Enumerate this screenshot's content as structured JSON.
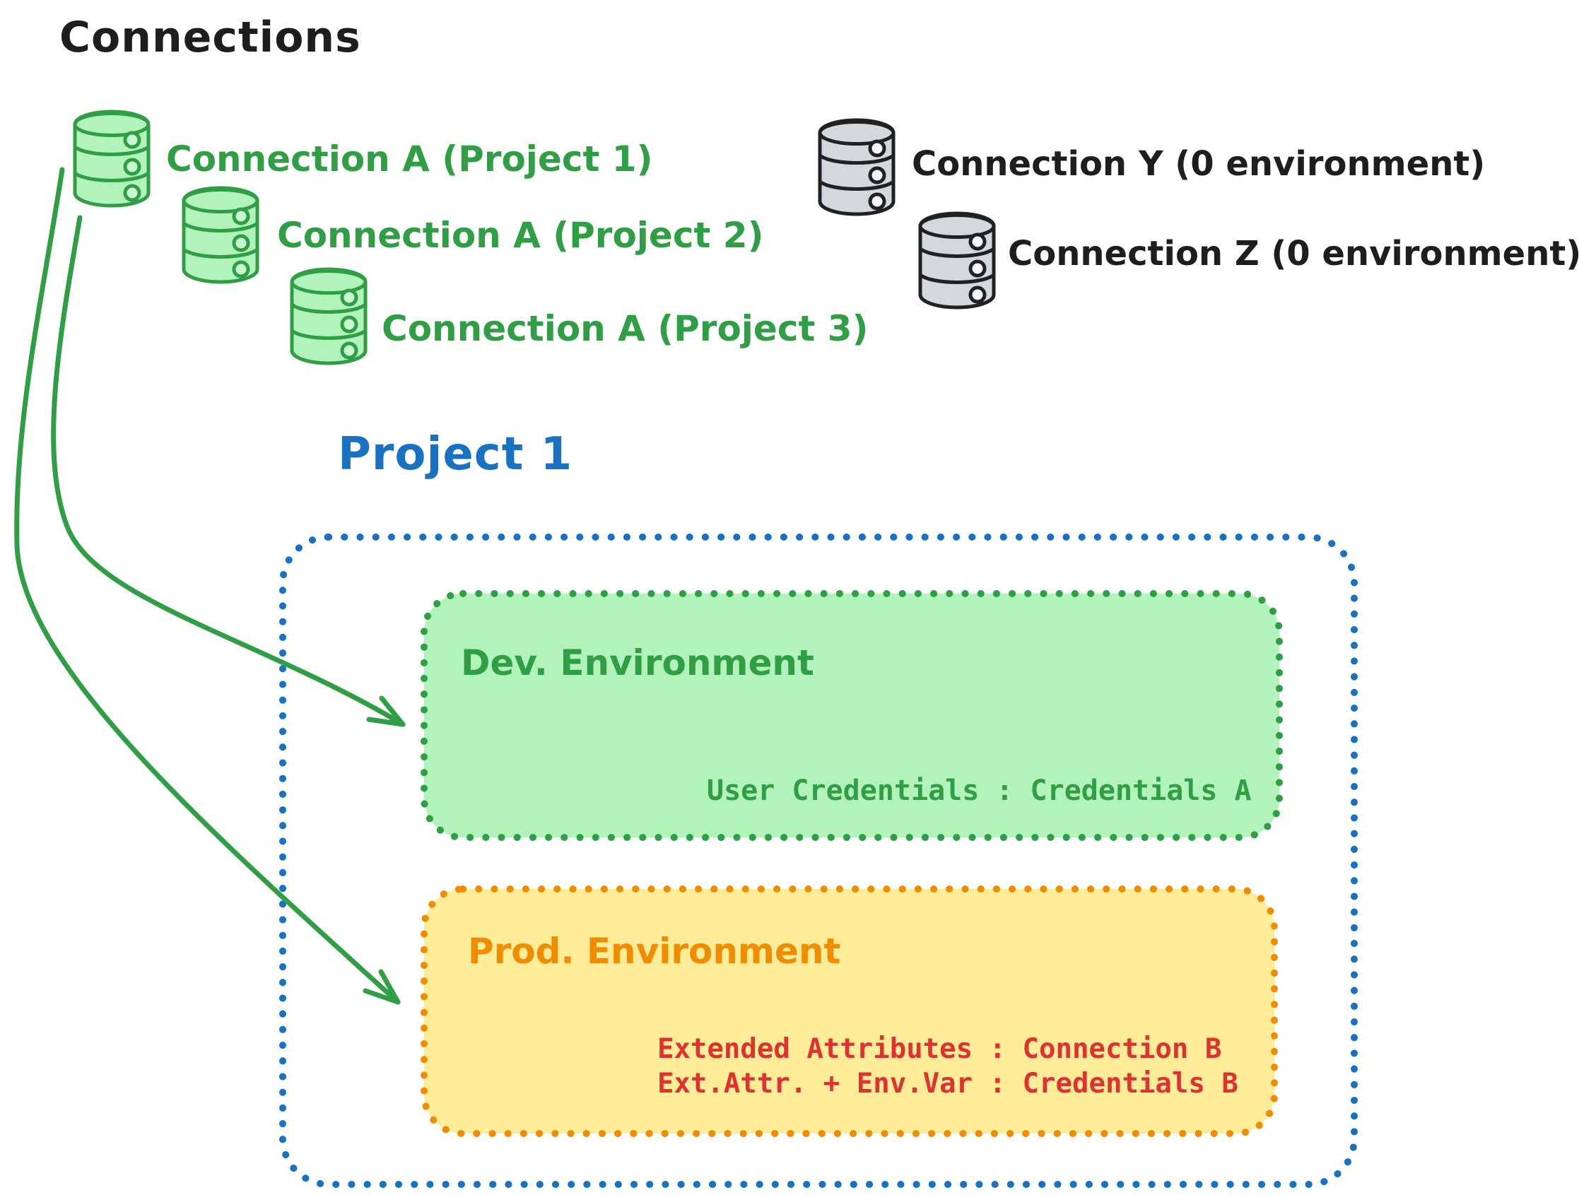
{
  "palette": {
    "ink": "#1e1e1e",
    "green": "#2f9e44",
    "green_fill": "#b2f2bb",
    "blue": "#1971c2",
    "orange": "#f08c00",
    "yellow_fill": "#ffec99",
    "red": "#e03131",
    "gray_fill": "#d3d8dd"
  },
  "header": {
    "title": "Connections"
  },
  "connections": {
    "assigned": [
      {
        "label": "Connection A (Project 1)"
      },
      {
        "label": "Connection A (Project 2)"
      },
      {
        "label": "Connection A (Project 3)"
      }
    ],
    "unassigned": [
      {
        "label": "Connection Y (0 environment)"
      },
      {
        "label": "Connection Z (0 environment)"
      }
    ]
  },
  "project": {
    "title": "Project 1",
    "environments": [
      {
        "name": "Dev. Environment",
        "mappings": [
          {
            "text": "User Credentials : Credentials A"
          }
        ]
      },
      {
        "name": "Prod. Environment",
        "mappings": [
          {
            "text": "Extended Attributes : Connection B"
          },
          {
            "text": "Ext.Attr. + Env.Var : Credentials B"
          }
        ]
      }
    ]
  }
}
